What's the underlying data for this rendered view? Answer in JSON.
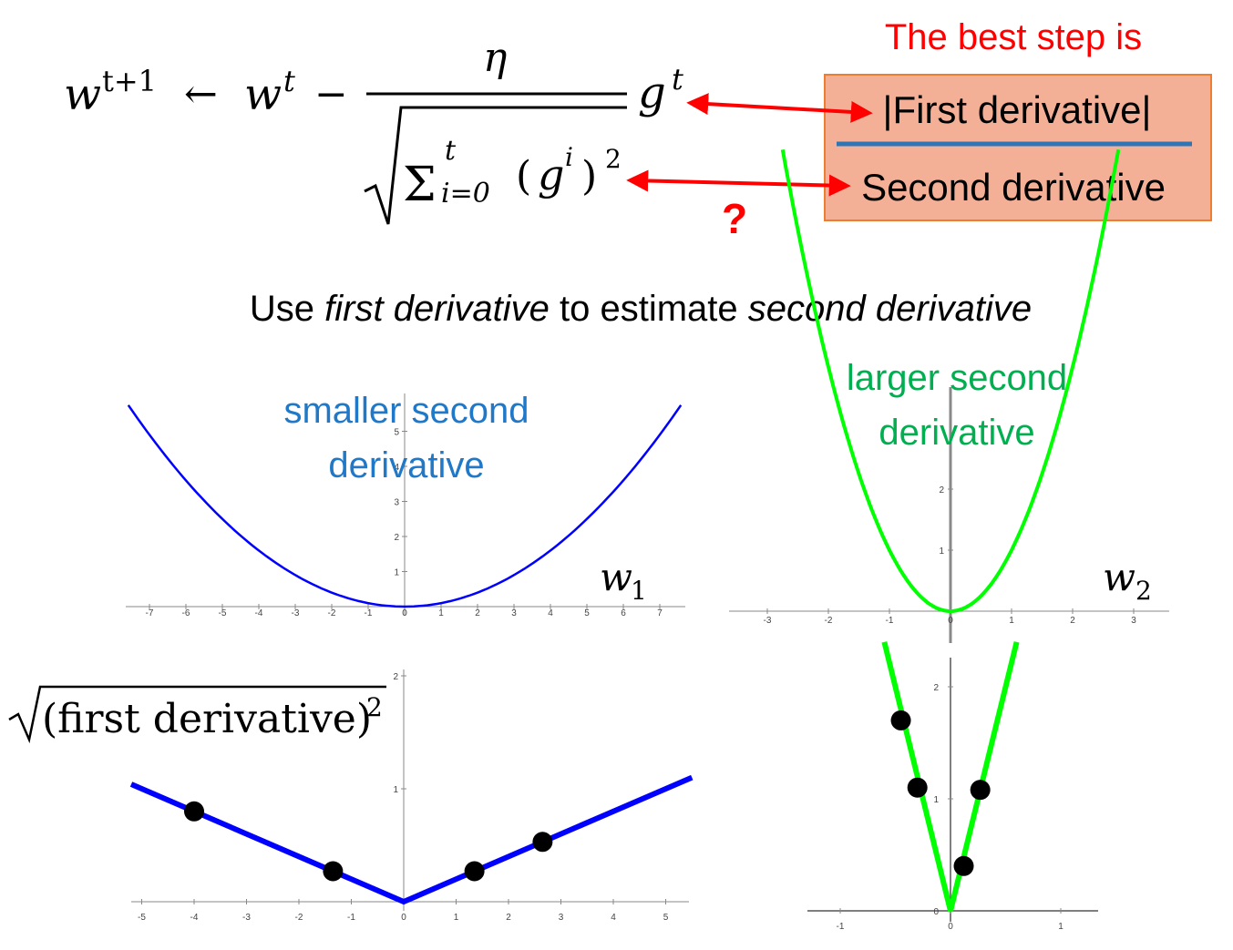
{
  "formula": {
    "lhs_w": "w",
    "lhs_sup": "t+1",
    "arrow": "←",
    "rhs_w": "w",
    "rhs_sup": "t",
    "minus": "−",
    "eta": "η",
    "sigma": "Σ",
    "sum_sup": "t",
    "sum_sub": "i=0",
    "denom_paren_open": "(",
    "denom_g": "g",
    "denom_g_sup": "i",
    "denom_paren_close": ")",
    "denom_power": "2",
    "grad_g": "g",
    "grad_sup": "t"
  },
  "annotation": {
    "heading": "The best step is",
    "numerator": "|First derivative|",
    "denominator": "Second derivative",
    "question_mark": "?",
    "colors": {
      "heading": "#ff0000",
      "box_fill": "#f4b097",
      "box_border": "#ed7d31",
      "fraction_line": "#2e75b6",
      "arrow": "#ff0000"
    }
  },
  "caption": {
    "part1": "Use ",
    "part2": "first derivative",
    "part3": " to estimate ",
    "part4": "second derivative"
  },
  "panels": {
    "top_left_label_line1": "smaller second",
    "top_left_label_line2": "derivative",
    "top_left_var": "w",
    "top_left_var_sub": "1",
    "top_right_label_line1": "larger second",
    "top_right_label_line2": "derivative",
    "top_right_var": "w",
    "top_right_var_sub": "2",
    "bottom_left_expr": "(first derivative)",
    "bottom_left_expr_power": "2",
    "colors": {
      "blue": "#0000ff",
      "blue_text": "#1f78c8",
      "green": "#00ff00",
      "green_text": "#00b050",
      "dots": "#000000"
    }
  },
  "chart_data": [
    {
      "type": "line",
      "name_ref": "top-left",
      "function": "w^2 (small curvature)",
      "x_ticks": [
        "-7",
        "-6",
        "-5",
        "-4",
        "-3",
        "-2",
        "-1",
        "0",
        "1",
        "2",
        "3",
        "4",
        "5",
        "6",
        "7"
      ],
      "y_ticks": [
        "1",
        "2",
        "3",
        "4",
        "5"
      ]
    },
    {
      "type": "line",
      "name_ref": "top-right",
      "function": "w^2 (large curvature)",
      "x_ticks": [
        "-3",
        "-2",
        "-1",
        "0",
        "1",
        "2",
        "3"
      ],
      "y_ticks": [
        "1",
        "2"
      ]
    },
    {
      "type": "line",
      "name_ref": "bottom-left",
      "function": "|first derivative|",
      "x_ticks": [
        "-5",
        "-4",
        "-3",
        "-2",
        "-1",
        "0",
        "1",
        "2",
        "3",
        "4",
        "5"
      ],
      "y_ticks": [
        "1",
        "2"
      ],
      "points": [
        [
          -4,
          0.8
        ],
        [
          -1.35,
          0.27
        ],
        [
          1.35,
          0.27
        ],
        [
          2.65,
          0.53
        ]
      ]
    },
    {
      "type": "line",
      "name_ref": "bottom-right",
      "function": "|first derivative|",
      "x_ticks": [
        "-1",
        "0",
        "1"
      ],
      "y_ticks": [
        "0",
        "1",
        "2"
      ],
      "points": [
        [
          -0.45,
          1.7
        ],
        [
          -0.3,
          1.1
        ],
        [
          0.27,
          1.08
        ],
        [
          0.12,
          0.4
        ]
      ]
    }
  ]
}
